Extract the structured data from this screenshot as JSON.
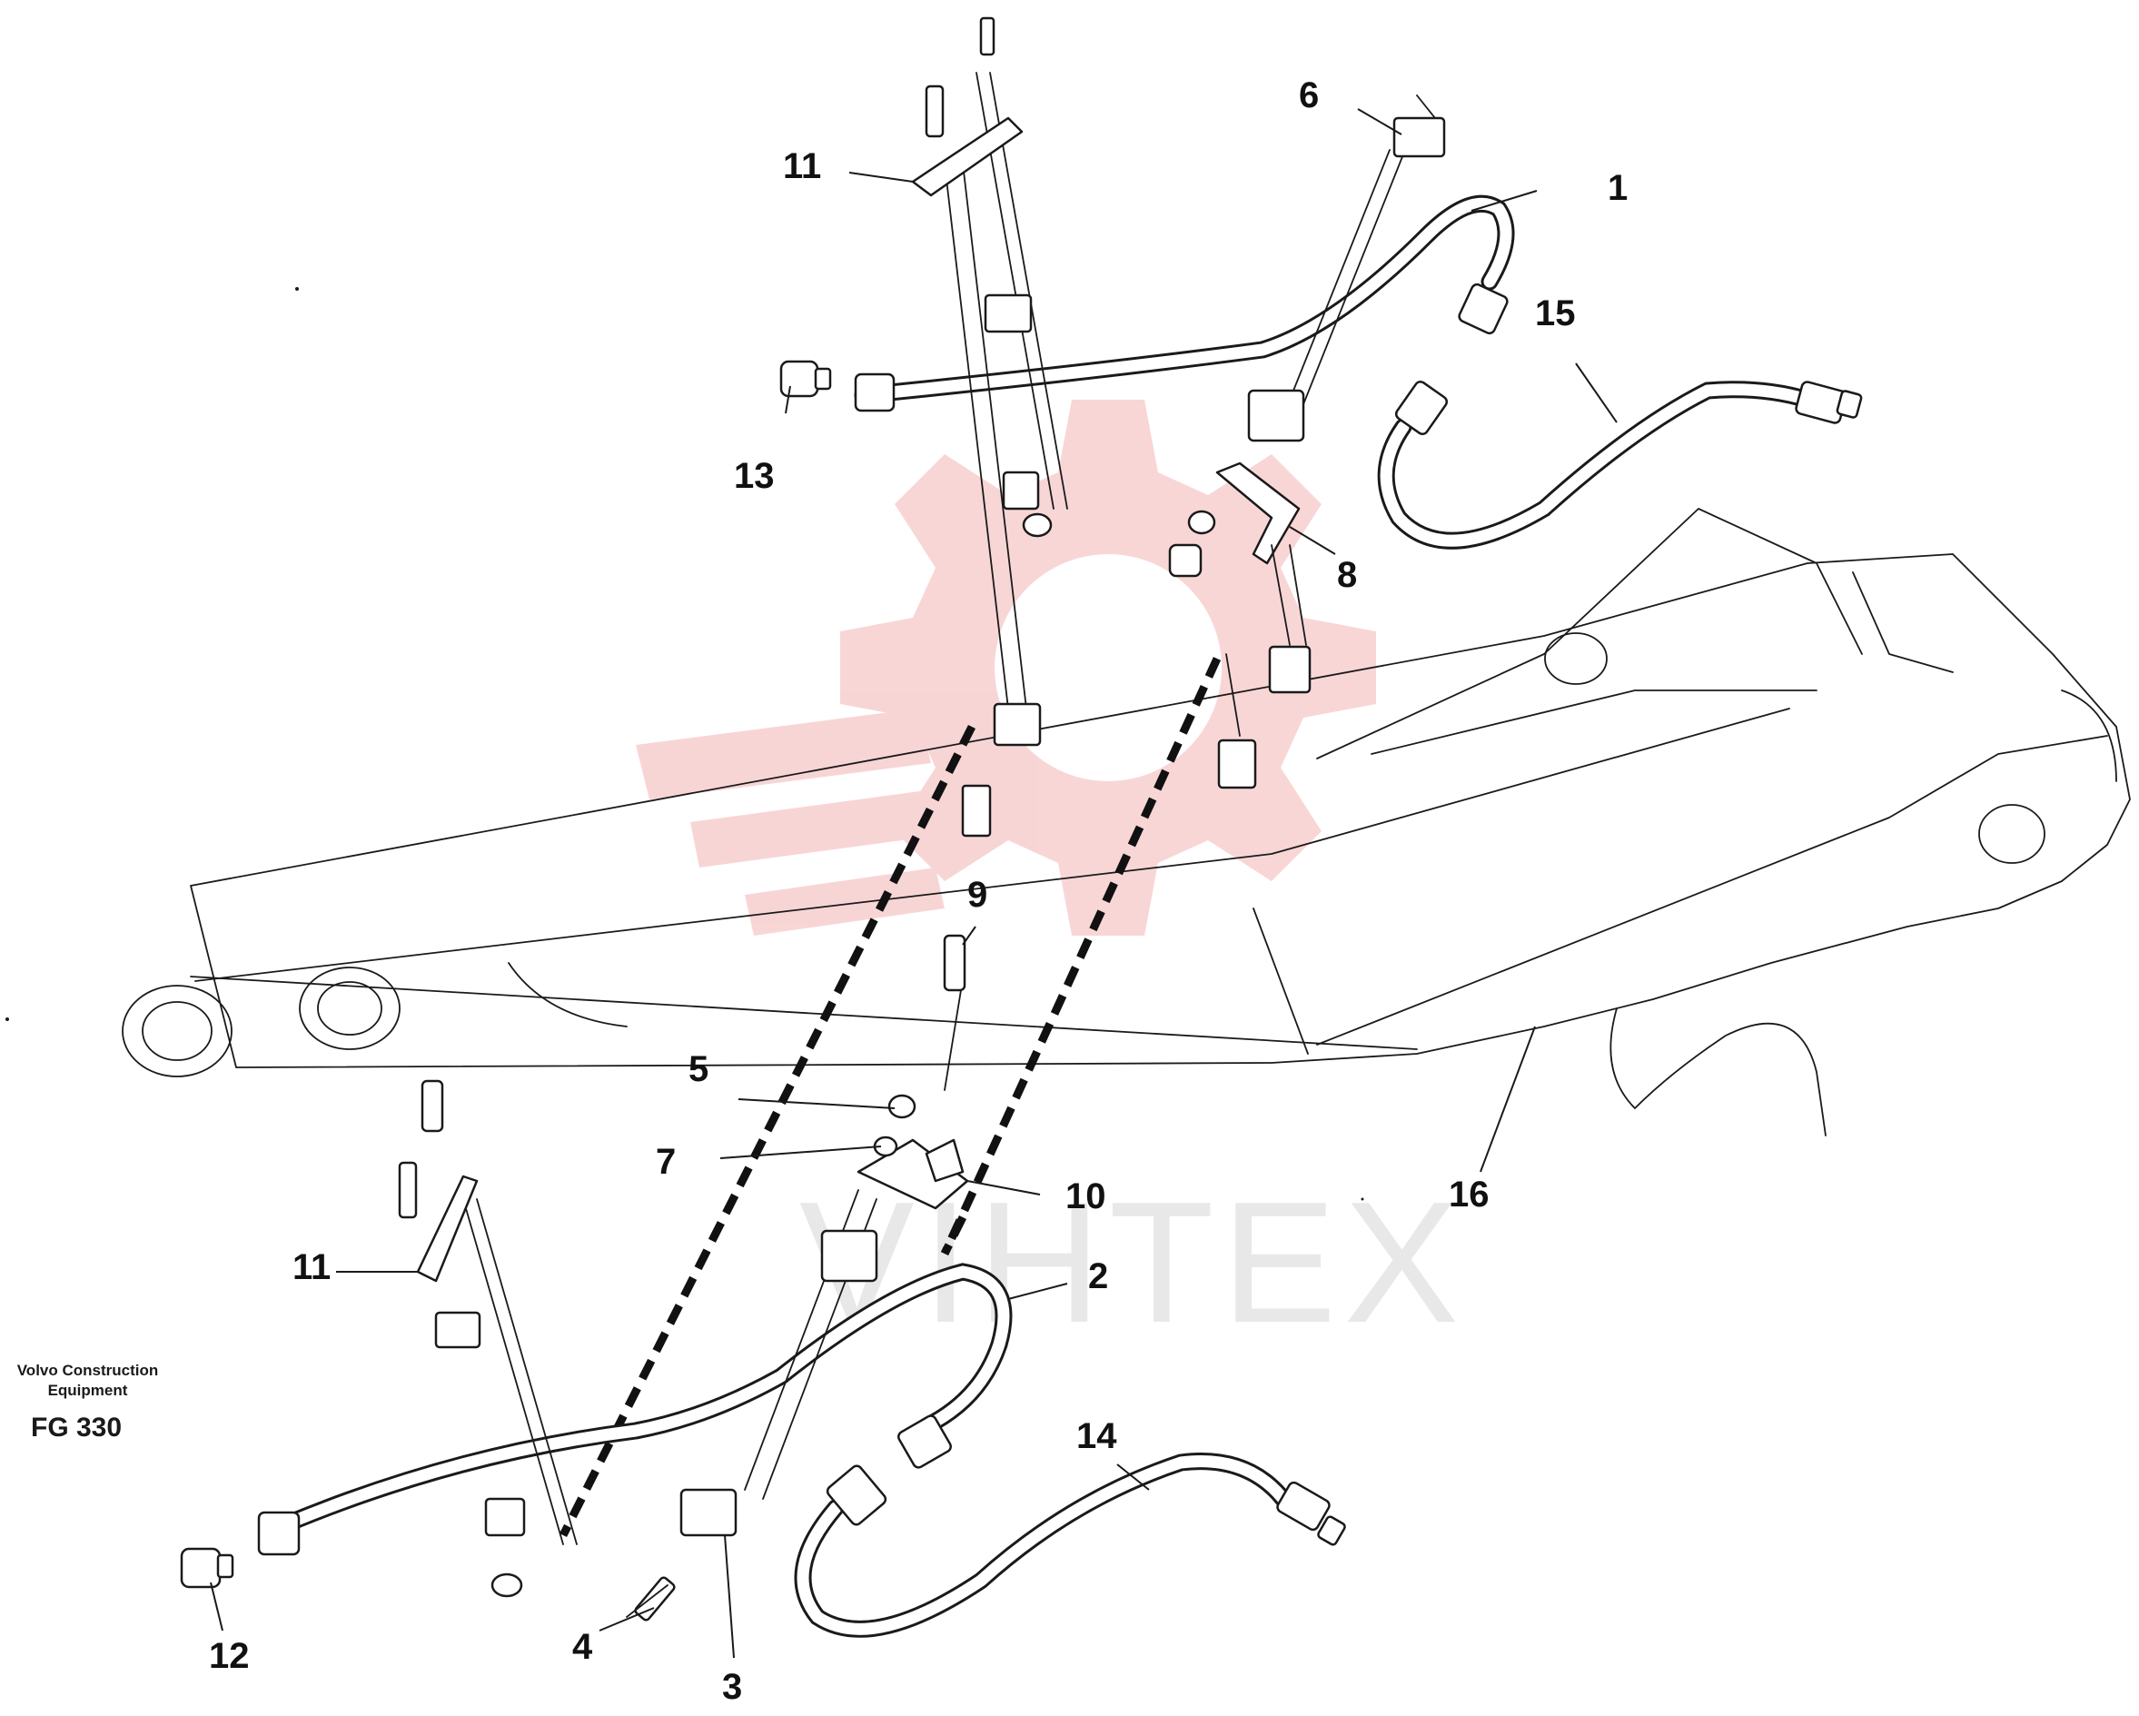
{
  "watermark": {
    "text": "VIHTEX",
    "logo": "gear-watermark-icon",
    "logo_color": "#f4b4b4"
  },
  "brand": {
    "name": "Volvo Construction Equipment",
    "code": "FG 330"
  },
  "callouts": {
    "c1": "1",
    "c2": "2",
    "c3": "3",
    "c4": "4",
    "c5": "5",
    "c6": "6",
    "c7": "7",
    "c8": "8",
    "c9": "9",
    "c10": "10",
    "c11_top": "11",
    "c11_bottom": "11",
    "c12": "12",
    "c13": "13",
    "c14": "14",
    "c15": "15",
    "c16": "16"
  },
  "icons": {
    "boom": "excavator-boom-icon",
    "pipe": "hydraulic-pipe-icon",
    "hose": "hydraulic-hose-icon",
    "clamp": "pipe-clamp-icon",
    "bolt": "bolt-icon",
    "nut": "nut-icon",
    "plug": "plug-icon"
  }
}
